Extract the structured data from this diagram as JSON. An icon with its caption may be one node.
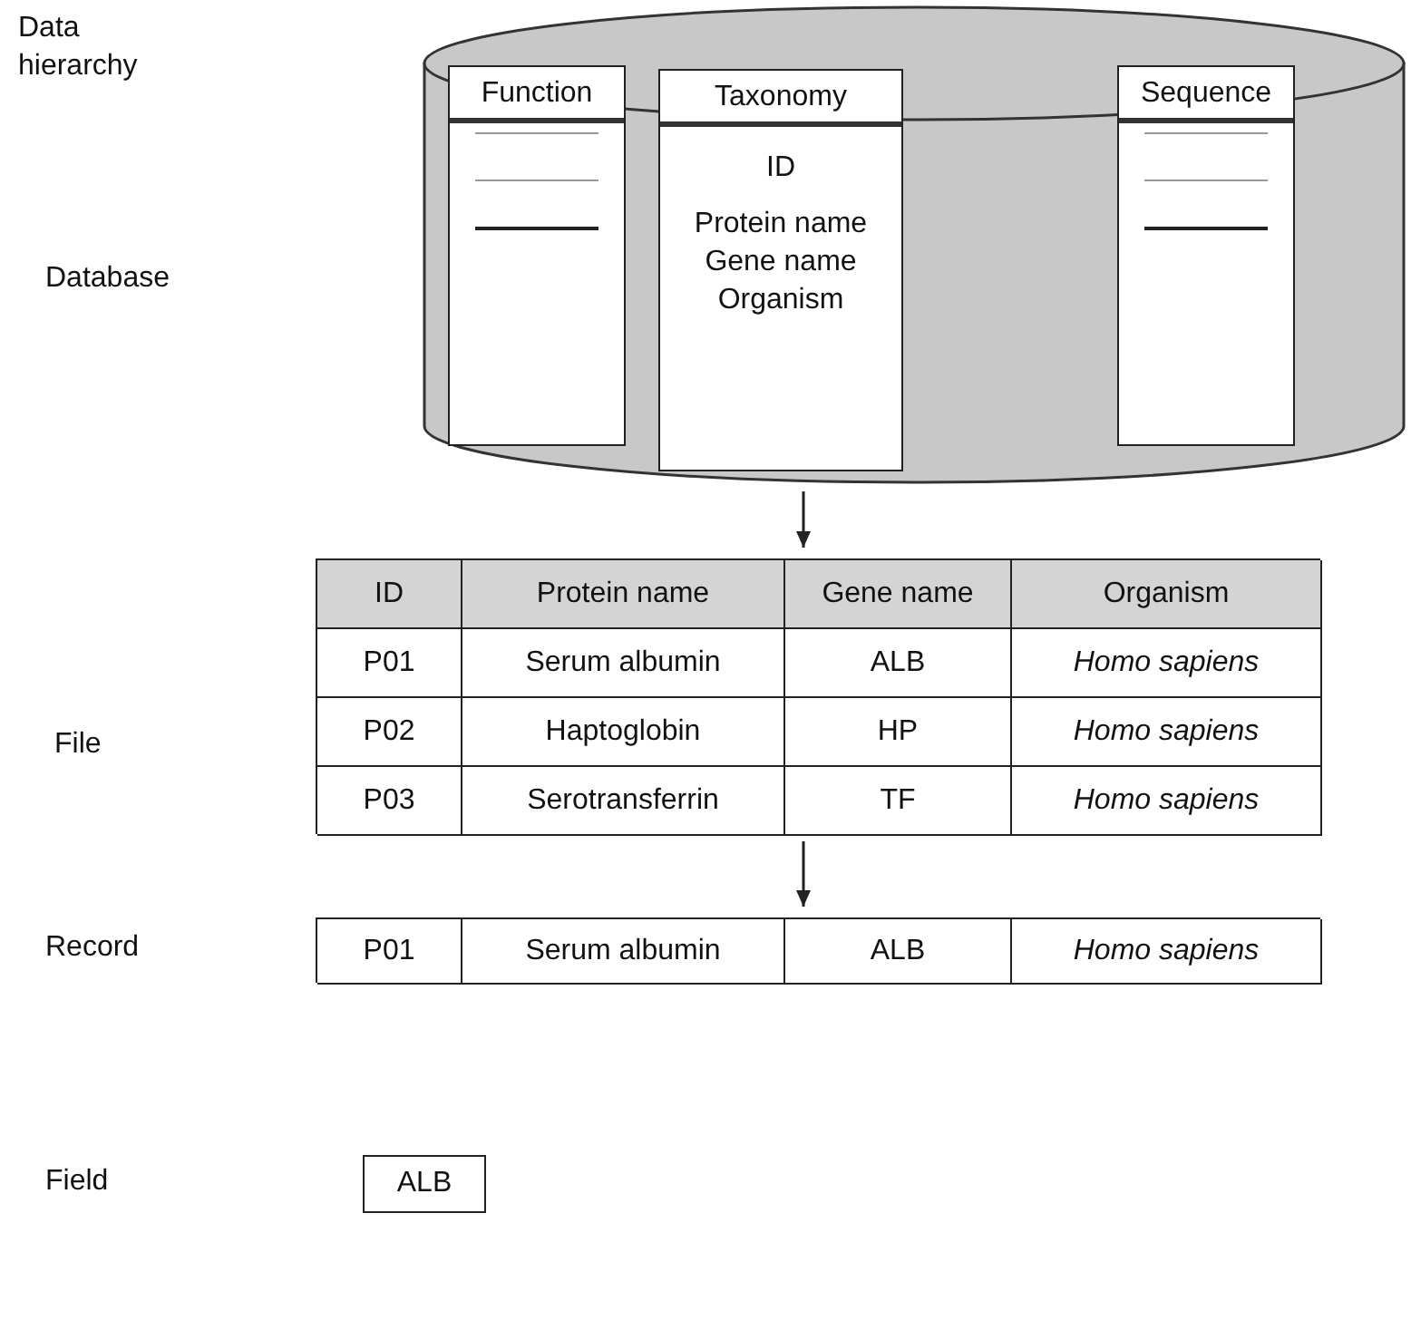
{
  "diagram": {
    "nodes": [
      {
        "text": [],
        "shape": "cylinder"
      },
      {
        "text": [
          "Function"
        ],
        "in": 0
      },
      {
        "text": [
          "Taxonomy",
          "ID",
          "Protein name",
          "Gene name",
          "Organism"
        ],
        "in": 0
      },
      {
        "text": [
          "Sequence"
        ],
        "in": 0
      },
      {
        "text": [
          "ID",
          "Protein name",
          "Gene name",
          "Organism",
          "P01",
          "Serum albumin",
          "ALB",
          "Homo sapiens",
          "P02",
          "Haptoglobin",
          "HP",
          "Homo sapiens",
          "P03",
          "Serotransferrin",
          "TF",
          "Homo sapiens"
        ]
      },
      {
        "text": [
          "P01",
          "Serum albumin",
          "ALB",
          "Homo sapiens"
        ]
      },
      {
        "text": [
          "ALB"
        ]
      }
    ],
    "edges": [
      {
        "from": 0,
        "to": 4,
        "arrow": "to"
      },
      {
        "from": 4,
        "to": 5,
        "arrow": "to"
      }
    ],
    "labels": [
      "Data hierarchy",
      "Database",
      "File",
      "Record",
      "Field"
    ]
  }
}
